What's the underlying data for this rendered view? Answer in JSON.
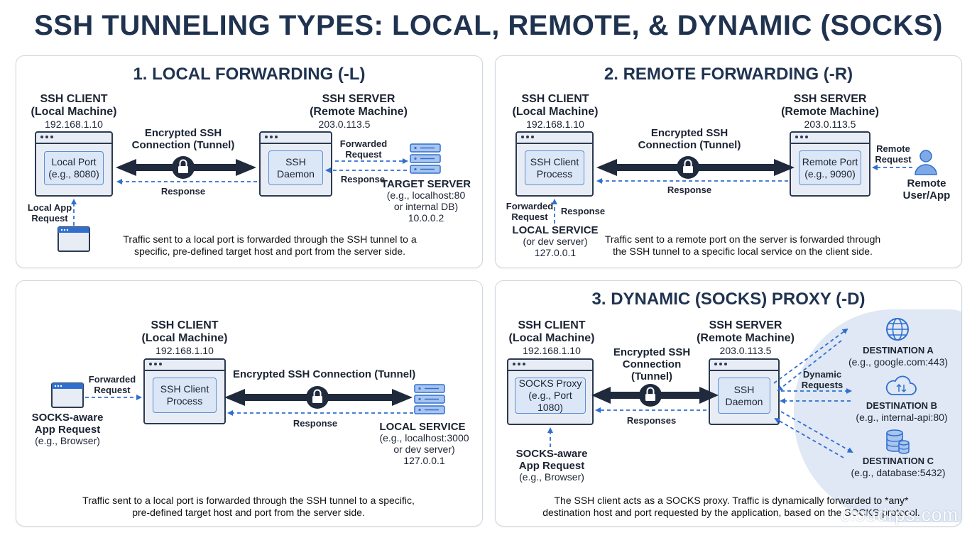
{
  "title": "SSH TUNNELING TYPES: LOCAL, REMOTE, & DYNAMIC (SOCKS)",
  "watermark": "cloudrps.com",
  "local": {
    "title": "1. LOCAL FORWARDING (-L)",
    "client_label": "SSH CLIENT",
    "client_sub": "(Local Machine)",
    "client_ip": "192.168.1.10",
    "client_box_line1": "Local Port",
    "client_box_line2": "(e.g., 8080)",
    "server_label": "SSH SERVER",
    "server_sub": "(Remote Machine)",
    "server_ip": "203.0.113.5",
    "server_box_line1": "SSH",
    "server_box_line2": "Daemon",
    "tunnel_line1": "Encrypted SSH",
    "tunnel_line2": "Connection (Tunnel)",
    "response": "Response",
    "fwd_line1": "Forwarded",
    "fwd_line2": "Request",
    "response2": "Response",
    "target_label": "TARGET SERVER",
    "target_line1": "(e.g., localhost:80",
    "target_line2": "or internal DB)",
    "target_ip": "10.0.0.2",
    "app_line1": "Local App",
    "app_line2": "Request",
    "desc_line1": "Traffic sent to a local port is forwarded through the SSH tunnel to a",
    "desc_line2": "specific, pre-defined target host and port from the server side."
  },
  "remote": {
    "title": "2. REMOTE FORWARDING (-R)",
    "client_label": "SSH CLIENT",
    "client_sub": "(Local Machine)",
    "client_ip": "192.168.1.10",
    "client_box_line1": "SSH Client",
    "client_box_line2": "Process",
    "server_label": "SSH SERVER",
    "server_sub": "(Remote Machine)",
    "server_ip": "203.0.113.5",
    "server_box_line1": "Remote Port",
    "server_box_line2": "(e.g., 9090)",
    "tunnel_line1": "Encrypted SSH",
    "tunnel_line2": "Connection (Tunnel)",
    "response": "Response",
    "remote_req_line1": "Remote",
    "remote_req_line2": "Request",
    "user_line1": "Remote",
    "user_line2": "User/App",
    "fwd_line1": "Forwarded",
    "fwd_line2": "Request",
    "response2": "Response",
    "service_label": "LOCAL SERVICE",
    "service_line1": "(or dev server)",
    "service_ip": "127.0.0.1",
    "desc_line1": "Traffic sent to a remote port on the server is forwarded through",
    "desc_line2": "the SSH tunnel to a specific local service on the client side."
  },
  "socks_local": {
    "client_label": "SSH CLIENT",
    "client_sub": "(Local Machine)",
    "client_ip": "192.168.1.10",
    "client_box_line1": "SSH Client",
    "client_box_line2": "Process",
    "tunnel": "Encrypted SSH Connection (Tunnel)",
    "response": "Response",
    "fwd_line1": "Forwarded",
    "fwd_line2": "Request",
    "app_line1": "SOCKS-aware",
    "app_line2": "App Request",
    "app_line3": "(e.g., Browser)",
    "service_label": "LOCAL SERVICE",
    "service_line1": "(e.g., localhost:3000",
    "service_line2": "or dev server)",
    "service_ip": "127.0.0.1",
    "desc_line1": "Traffic sent to a local port is forwarded through the SSH tunnel to a specific,",
    "desc_line2": "pre-defined target host and port from the server side."
  },
  "dynamic": {
    "title": "3. DYNAMIC (SOCKS) PROXY (-D)",
    "client_label": "SSH CLIENT",
    "client_sub": "(Local Machine)",
    "client_ip": "192.168.1.10",
    "client_box_line1": "SOCKS Proxy",
    "client_box_line2": "(e.g., Port 1080)",
    "server_label": "SSH SERVER",
    "server_sub": "(Remote Machine)",
    "server_ip": "203.0.113.5",
    "server_box_line1": "SSH",
    "server_box_line2": "Daemon",
    "tunnel_line1": "Encrypted SSH",
    "tunnel_line2": "Connection",
    "tunnel_line3": "(Tunnel)",
    "responses": "Responses",
    "dyn_line1": "Dynamic",
    "dyn_line2": "Requests",
    "app_line1": "SOCKS-aware",
    "app_line2": "App Request",
    "app_line3": "(e.g., Browser)",
    "dest_a": "DESTINATION A",
    "dest_a_sub": "(e.g., google.com:443)",
    "dest_b": "DESTINATION B",
    "dest_b_sub": "(e.g., internal-api:80)",
    "dest_c": "DESTINATION C",
    "dest_c_sub": "(e.g., database:5432)",
    "desc_line1": "The SSH client acts as a SOCKS proxy. Traffic is dynamically forwarded to *any*",
    "desc_line2": "destination host and port requested by the application, based on the SOCKS protocol."
  }
}
